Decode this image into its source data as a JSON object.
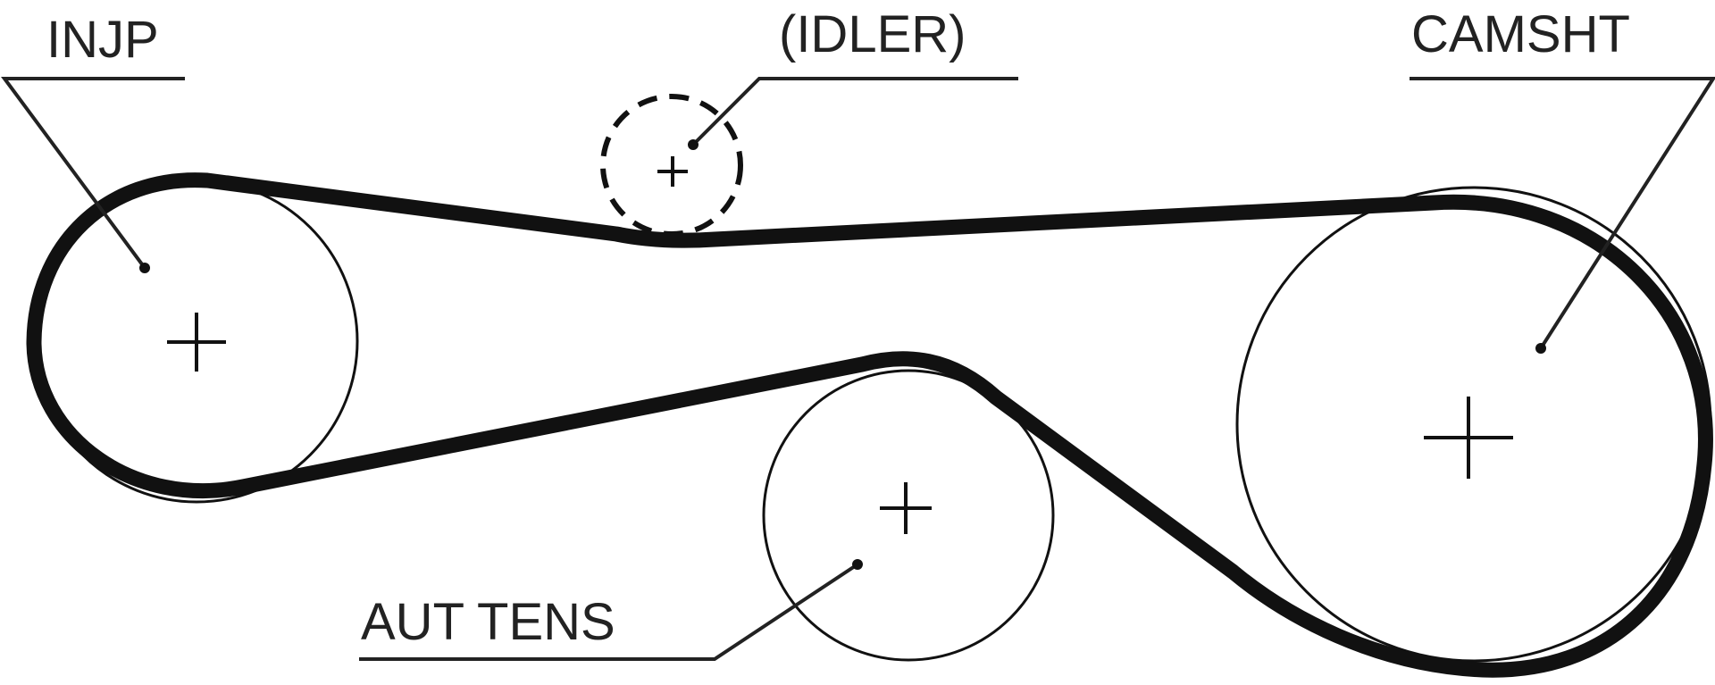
{
  "labels": {
    "injp": "INJP",
    "idler": "(IDLER)",
    "camsht": "CAMSHT",
    "aut_tens": "AUT TENS"
  },
  "colors": {
    "belt": "#111111",
    "line": "#222222",
    "background": "#ffffff"
  }
}
